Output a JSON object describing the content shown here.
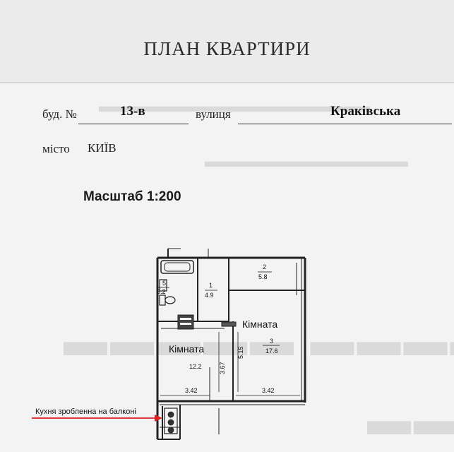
{
  "document": {
    "title": "ПЛАН КВАРТИРИ",
    "building_label": "буд. №",
    "building_number": "13-в",
    "street_label": "вулиця",
    "street_name": "Краківська",
    "city_label": "місто",
    "city_name": "КИЇВ",
    "scale_text": "Масштаб 1:200"
  },
  "plan": {
    "rooms": [
      {
        "number": "1",
        "area": "4.9"
      },
      {
        "number": "2",
        "area": "5.8"
      },
      {
        "number": "3",
        "area": "17.6"
      },
      {
        "number": "5",
        "area": "5.2"
      },
      {
        "number": "",
        "area": "12.2"
      }
    ],
    "room_labels": {
      "left": "Кімната",
      "right": "Кімната"
    },
    "dimensions": {
      "left_height": "3.67",
      "right_height": "5.15",
      "left_width": "3.42",
      "right_width": "3.42"
    }
  },
  "annotation": {
    "text": "Кухня зробленна на балконі",
    "arrow_color": "#e02020"
  }
}
